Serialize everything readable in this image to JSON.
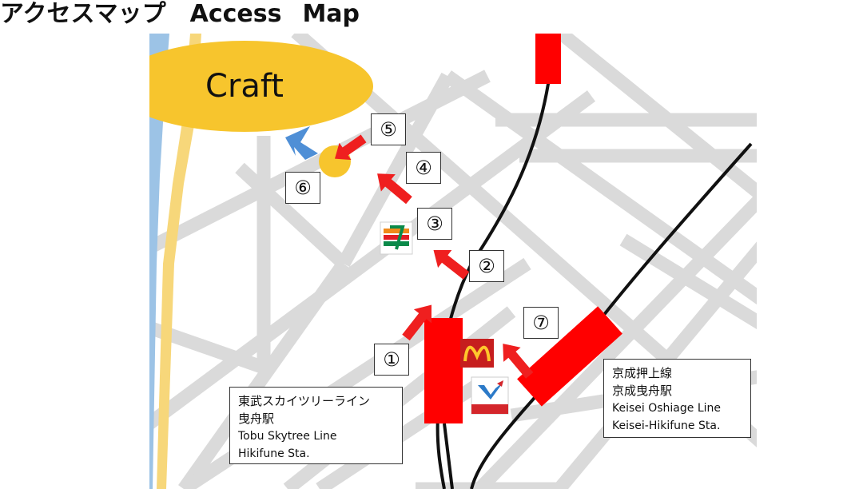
{
  "title": {
    "jp": "アクセスマップ",
    "en_1": "Access",
    "en_2": "Map"
  },
  "destination": {
    "label": "Craft"
  },
  "steps": [
    "①",
    "②",
    "③",
    "④",
    "⑤",
    "⑥",
    "⑦"
  ],
  "stations": {
    "tobu": {
      "jp_line": "東武スカイツリーライン",
      "jp_station": "曳舟駅",
      "en_line": "Tobu Skytree Line",
      "en_station": "Hikifune Sta."
    },
    "keisei": {
      "jp_line": "京成押上線",
      "jp_station": "京成曳舟駅",
      "en_line": "Keisei Oshiage Line",
      "en_station": "Keisei-Hikifune Sta."
    }
  },
  "colors": {
    "road": "#dadada",
    "river": "#9cc3e6",
    "riverbank": "#f7d77a",
    "destination": "#f7c52d",
    "route_arrow": "#ef1f1f",
    "station": "#ff0000",
    "rail": "#111111",
    "entrance_arrow": "#4f8fd6"
  },
  "landmarks": {
    "seven_eleven": "seven-eleven-logo-icon",
    "mcdonalds": "mcdonalds-logo-icon",
    "ito_yokado": "ito-yokado-logo-icon"
  }
}
